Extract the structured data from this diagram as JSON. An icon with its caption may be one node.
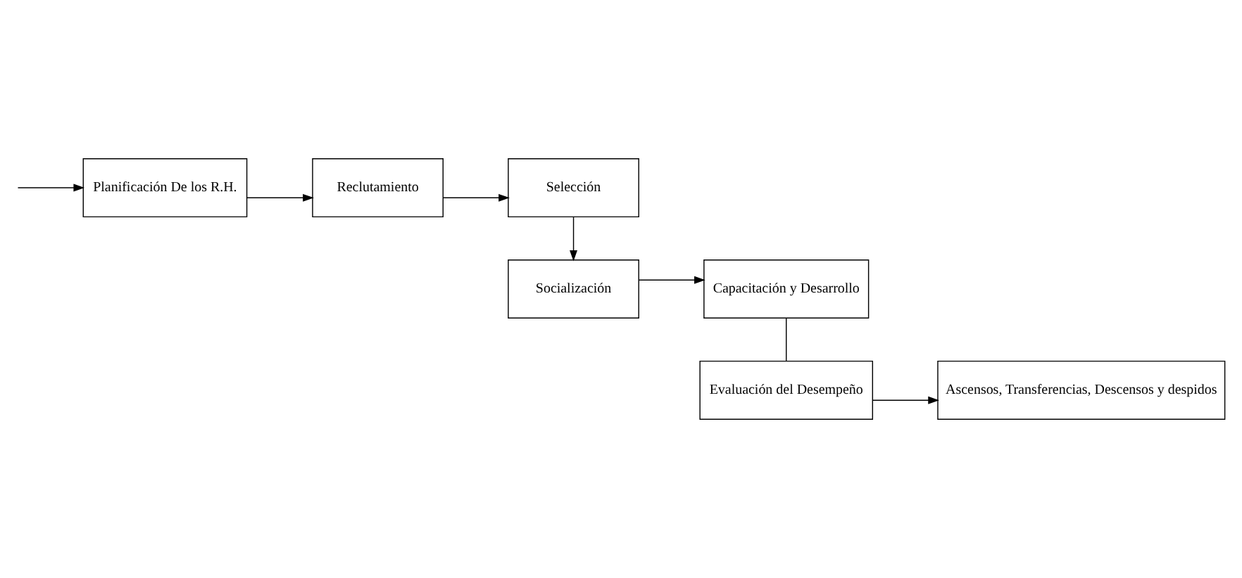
{
  "diagram": {
    "nodes": [
      {
        "text": [
          "Planificación De los R.H."
        ]
      },
      {
        "text": [
          "Reclutamiento"
        ]
      },
      {
        "text": [
          "Selección"
        ]
      },
      {
        "text": [
          "Socialización"
        ]
      },
      {
        "text": [
          "Capacitación y Desarrollo"
        ]
      },
      {
        "text": [
          "Evaluación del Desempeño"
        ]
      },
      {
        "text": [
          "Ascensos, Transferencias, Descensos y despidos"
        ]
      }
    ],
    "edges": [
      {
        "from": null,
        "to": 0,
        "arrow": "to"
      },
      {
        "from": 0,
        "to": 1,
        "arrow": "to"
      },
      {
        "from": 1,
        "to": 2,
        "arrow": "to"
      },
      {
        "from": 2,
        "to": 3,
        "arrow": "to"
      },
      {
        "from": 3,
        "to": 4,
        "arrow": "to"
      },
      {
        "from": 4,
        "to": 5,
        "arrow": "none"
      },
      {
        "from": 5,
        "to": 6,
        "arrow": "to"
      }
    ]
  }
}
